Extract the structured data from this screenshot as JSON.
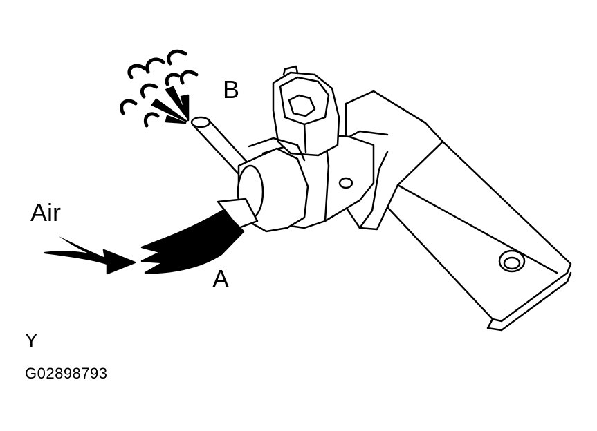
{
  "labels": {
    "air": "Air",
    "port_b": "B",
    "port_a": "A",
    "corner_mark": "Y",
    "figure_code": "G02898793"
  },
  "colors": {
    "ink": "#000000",
    "paper": "#ffffff"
  }
}
